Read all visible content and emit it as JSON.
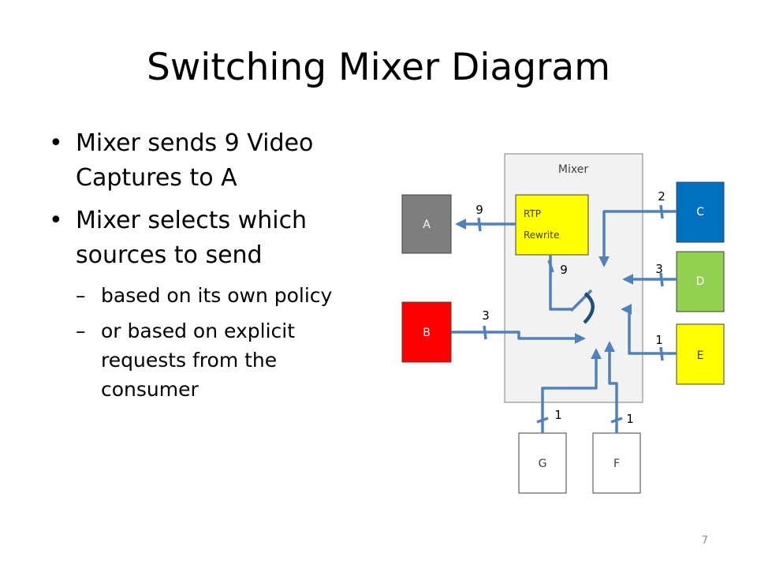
{
  "slide": {
    "title": "Switching Mixer Diagram",
    "page_number": "7"
  },
  "bullets": [
    {
      "level": 1,
      "text": "Mixer sends 9 Video Captures to A"
    },
    {
      "level": 1,
      "text": "Mixer selects which sources to send"
    },
    {
      "level": 2,
      "text": "based on its own policy"
    },
    {
      "level": 2,
      "text": "or based on explicit requests from the consumer"
    }
  ],
  "diagram": {
    "mixer_label": "Mixer",
    "rtp_box_label_line1": "RTP",
    "rtp_box_label_line2": "Rewrite",
    "nodes": {
      "A": {
        "label": "A",
        "color": "#7f7f7f"
      },
      "B": {
        "label": "B",
        "color": "#ff0000"
      },
      "C": {
        "label": "C",
        "color": "#0070c0"
      },
      "D": {
        "label": "D",
        "color": "#92d050"
      },
      "E": {
        "label": "E",
        "color": "#ffff00"
      },
      "F": {
        "label": "F",
        "color": "#ffffff"
      },
      "G": {
        "label": "G",
        "color": "#ffffff"
      }
    },
    "link_counts": {
      "a_out": "9",
      "rtp_in": "9",
      "b_in": "3",
      "c_in": "2",
      "d_in": "3",
      "e_in": "1",
      "g_in": "1",
      "f_in": "1"
    },
    "line_color": "#4f81bd",
    "switch_color": "#1f4e79"
  }
}
